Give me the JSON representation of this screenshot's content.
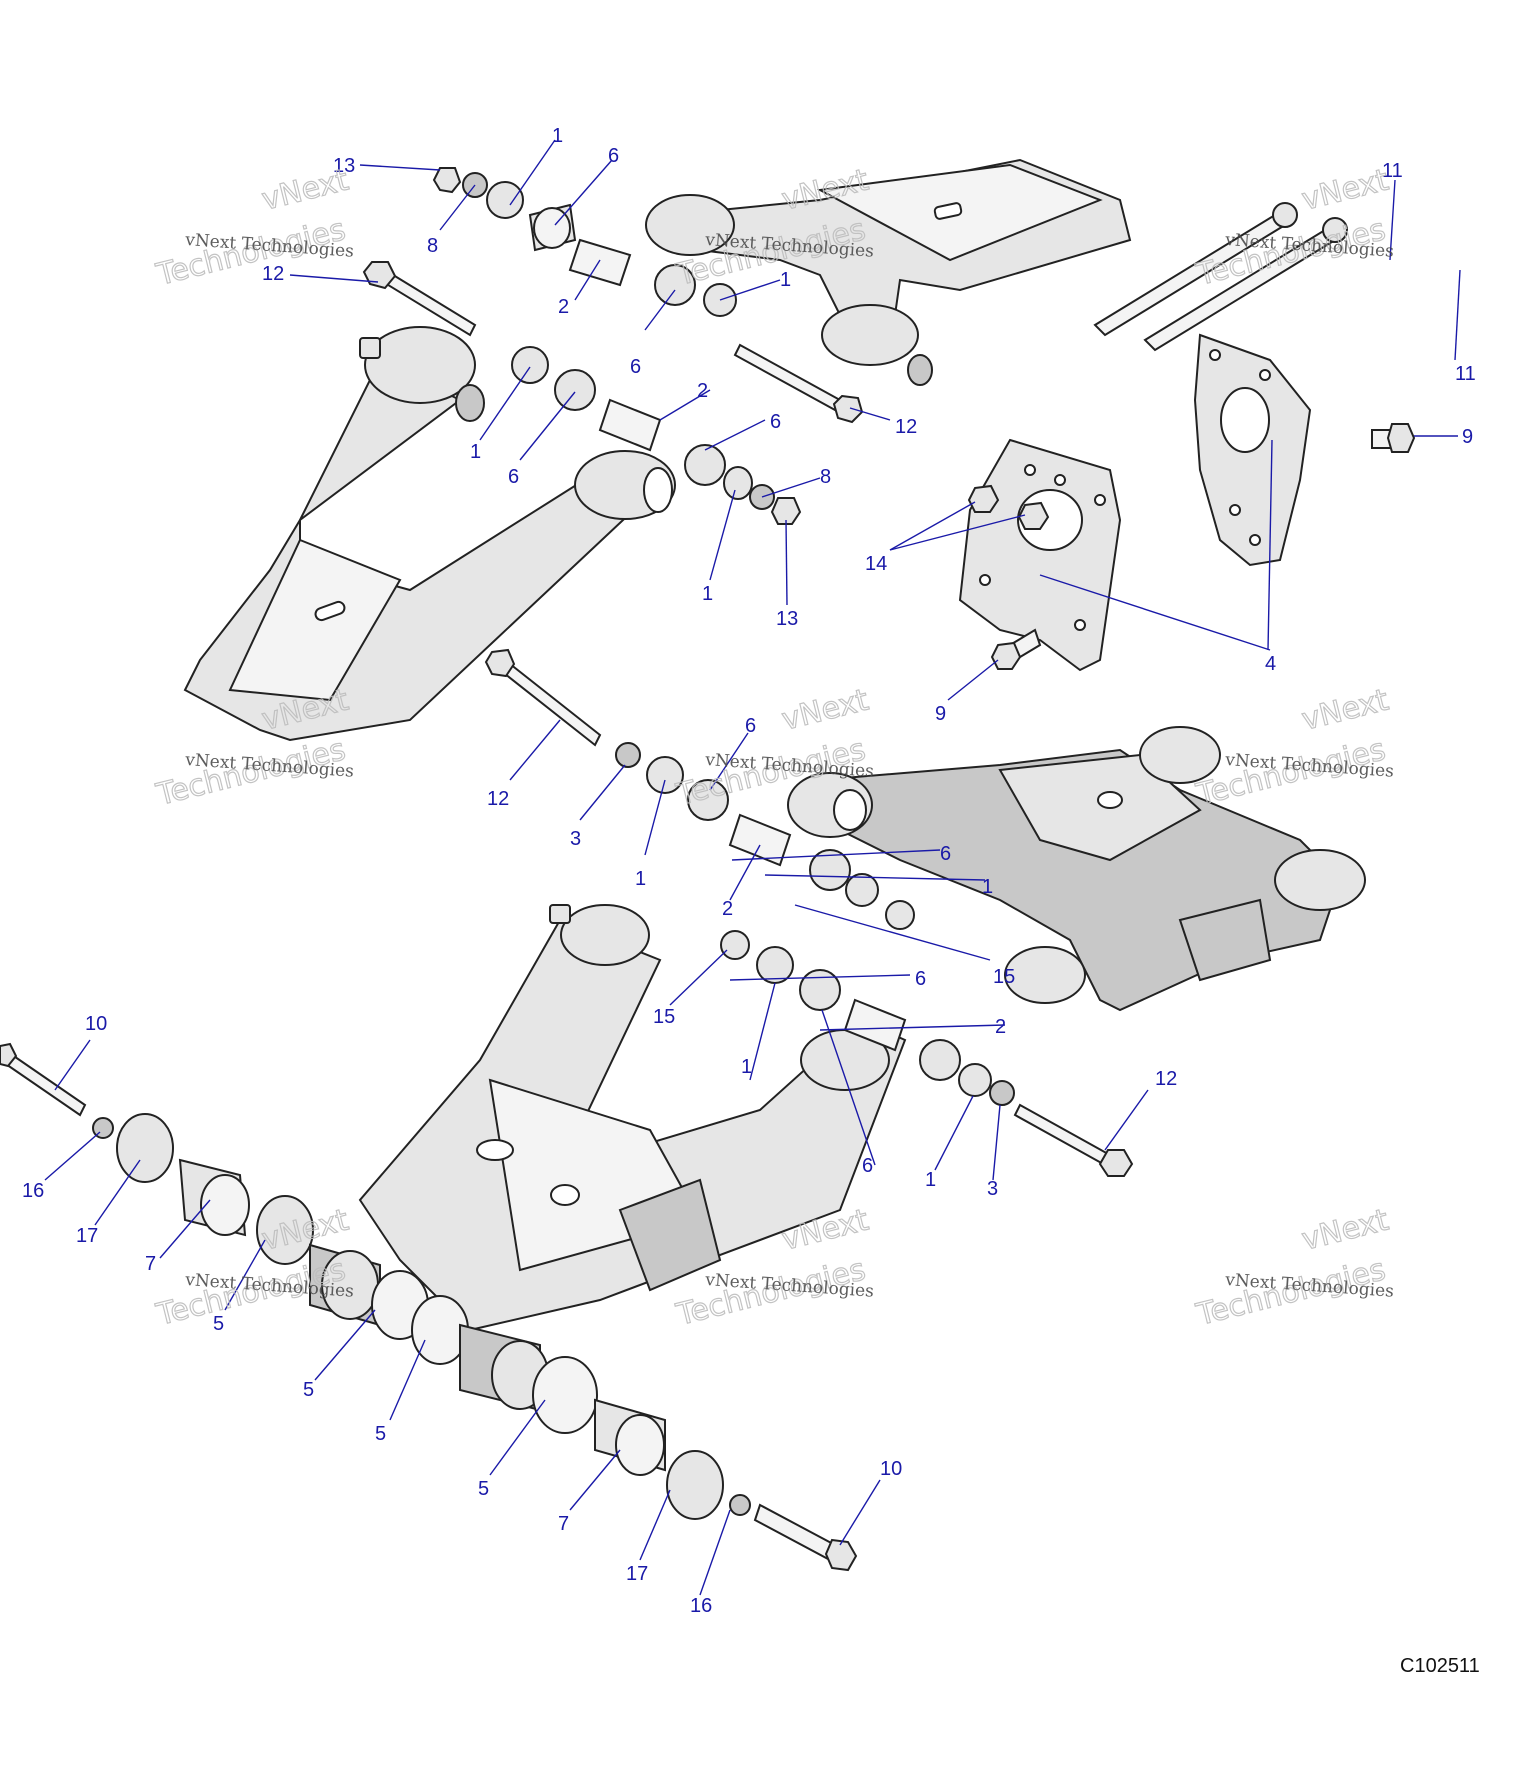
{
  "drawing_id": "C102511",
  "watermark": {
    "line1": "vNext Technologies",
    "line2": "vNext",
    "line3": "Technologies"
  },
  "callouts": [
    {
      "label": "13"
    },
    {
      "label": "1"
    },
    {
      "label": "6"
    },
    {
      "label": "8"
    },
    {
      "label": "12"
    },
    {
      "label": "2"
    },
    {
      "label": "1"
    },
    {
      "label": "6"
    },
    {
      "label": "11"
    },
    {
      "label": "11"
    },
    {
      "label": "2"
    },
    {
      "label": "12"
    },
    {
      "label": "6"
    },
    {
      "label": "1"
    },
    {
      "label": "6"
    },
    {
      "label": "8"
    },
    {
      "label": "9"
    },
    {
      "label": "1"
    },
    {
      "label": "13"
    },
    {
      "label": "14"
    },
    {
      "label": "4"
    },
    {
      "label": "9"
    },
    {
      "label": "6"
    },
    {
      "label": "12"
    },
    {
      "label": "3"
    },
    {
      "label": "1"
    },
    {
      "label": "6"
    },
    {
      "label": "1"
    },
    {
      "label": "2"
    },
    {
      "label": "15"
    },
    {
      "label": "6"
    },
    {
      "label": "15"
    },
    {
      "label": "2"
    },
    {
      "label": "1"
    },
    {
      "label": "10"
    },
    {
      "label": "12"
    },
    {
      "label": "6"
    },
    {
      "label": "1"
    },
    {
      "label": "3"
    },
    {
      "label": "16"
    },
    {
      "label": "17"
    },
    {
      "label": "7"
    },
    {
      "label": "5"
    },
    {
      "label": "5"
    },
    {
      "label": "5"
    },
    {
      "label": "5"
    },
    {
      "label": "10"
    },
    {
      "label": "7"
    },
    {
      "label": "17"
    },
    {
      "label": "16"
    }
  ]
}
